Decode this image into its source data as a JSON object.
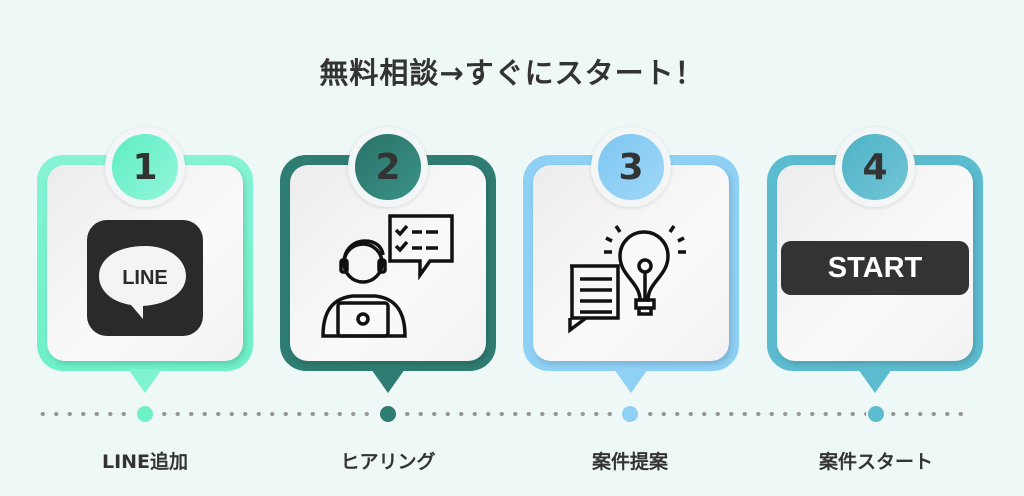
{
  "title": "無料相談→すぐにスタート！",
  "steps": [
    {
      "number": "1",
      "label": "LINE追加",
      "color": "#7ff2d0",
      "icon": "line-app-icon",
      "icon_text": "LINE"
    },
    {
      "number": "2",
      "label": "ヒアリング",
      "color": "#2f7d72",
      "icon": "consultation-icon"
    },
    {
      "number": "3",
      "label": "案件提案",
      "color": "#8fd0f5",
      "icon": "lightbulb-proposal-icon"
    },
    {
      "number": "4",
      "label": "案件スタート",
      "color": "#5cbccf",
      "icon": "start-button-icon",
      "icon_text": "START"
    }
  ]
}
